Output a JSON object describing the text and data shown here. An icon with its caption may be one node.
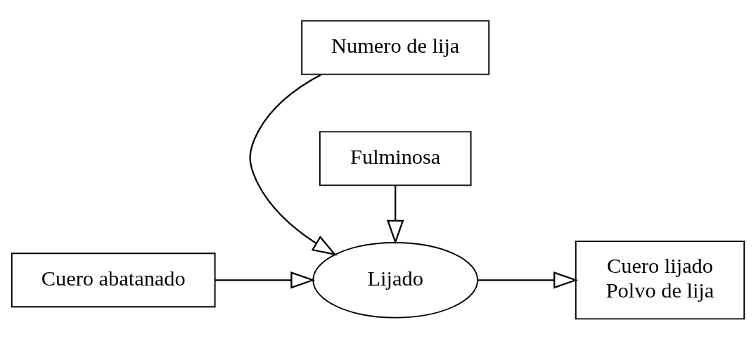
{
  "diagram": {
    "nodes": [
      {
        "text": [
          "Numero de lija"
        ]
      },
      {
        "text": [
          "Cuero abatanado"
        ]
      },
      {
        "text": [
          "Lijado"
        ]
      },
      {
        "text": [
          "Cuero lijado",
          "Polvo de lija"
        ]
      },
      {
        "text": [
          "Fulminosa"
        ]
      }
    ],
    "edges": [
      {
        "from": 0,
        "to": 2,
        "arrow": "to"
      },
      {
        "from": 1,
        "to": 2,
        "arrow": "to"
      },
      {
        "from": 2,
        "to": 3,
        "arrow": "to"
      },
      {
        "from": 4,
        "to": 2,
        "arrow": "to"
      }
    ]
  }
}
